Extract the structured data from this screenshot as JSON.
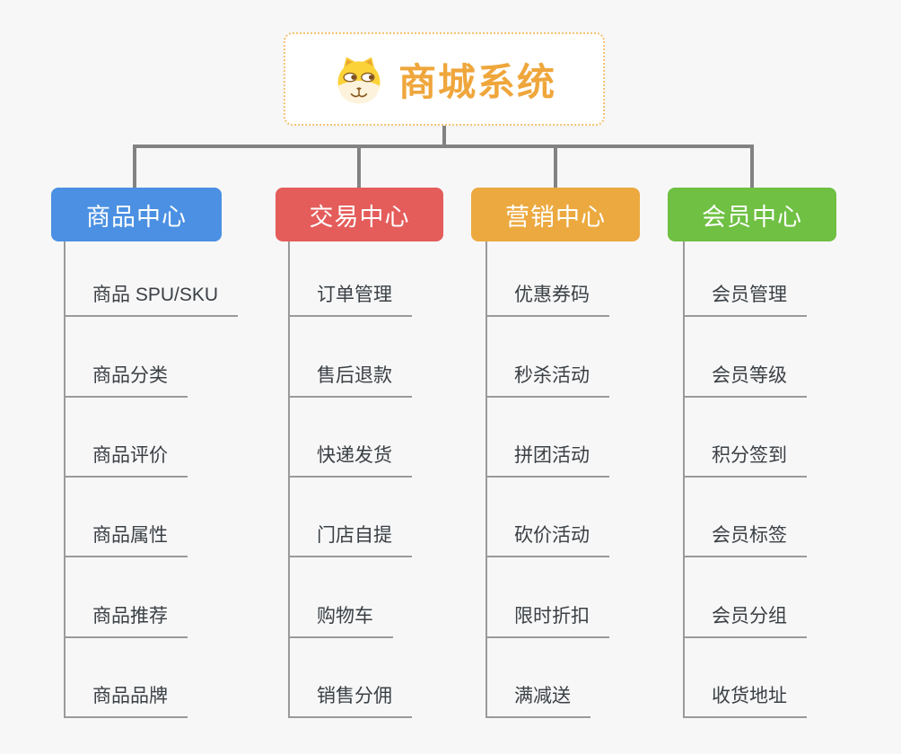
{
  "root": {
    "title": "商城系统",
    "icon": "dog-face-icon",
    "accent_color": "#efa63b",
    "border_color": "#f3c272"
  },
  "colors": {
    "background": "#f7f7f7",
    "connector": "#828282",
    "subline": "#9a9a9a",
    "item_text": "#3b4045"
  },
  "branches": [
    {
      "label": "商品中心",
      "color": "#4b90e2",
      "items": [
        "商品 SPU/SKU",
        "商品分类",
        "商品评价",
        "商品属性",
        "商品推荐",
        "商品品牌"
      ]
    },
    {
      "label": "交易中心",
      "color": "#e45d5b",
      "items": [
        "订单管理",
        "售后退款",
        "快递发货",
        "门店自提",
        "购物车",
        "销售分佣"
      ]
    },
    {
      "label": "营销中心",
      "color": "#eca93f",
      "items": [
        "优惠券码",
        "秒杀活动",
        "拼团活动",
        "砍价活动",
        "限时折扣",
        "满减送"
      ]
    },
    {
      "label": "会员中心",
      "color": "#6fc043",
      "items": [
        "会员管理",
        "会员等级",
        "积分签到",
        "会员标签",
        "会员分组",
        "收货地址"
      ]
    }
  ]
}
